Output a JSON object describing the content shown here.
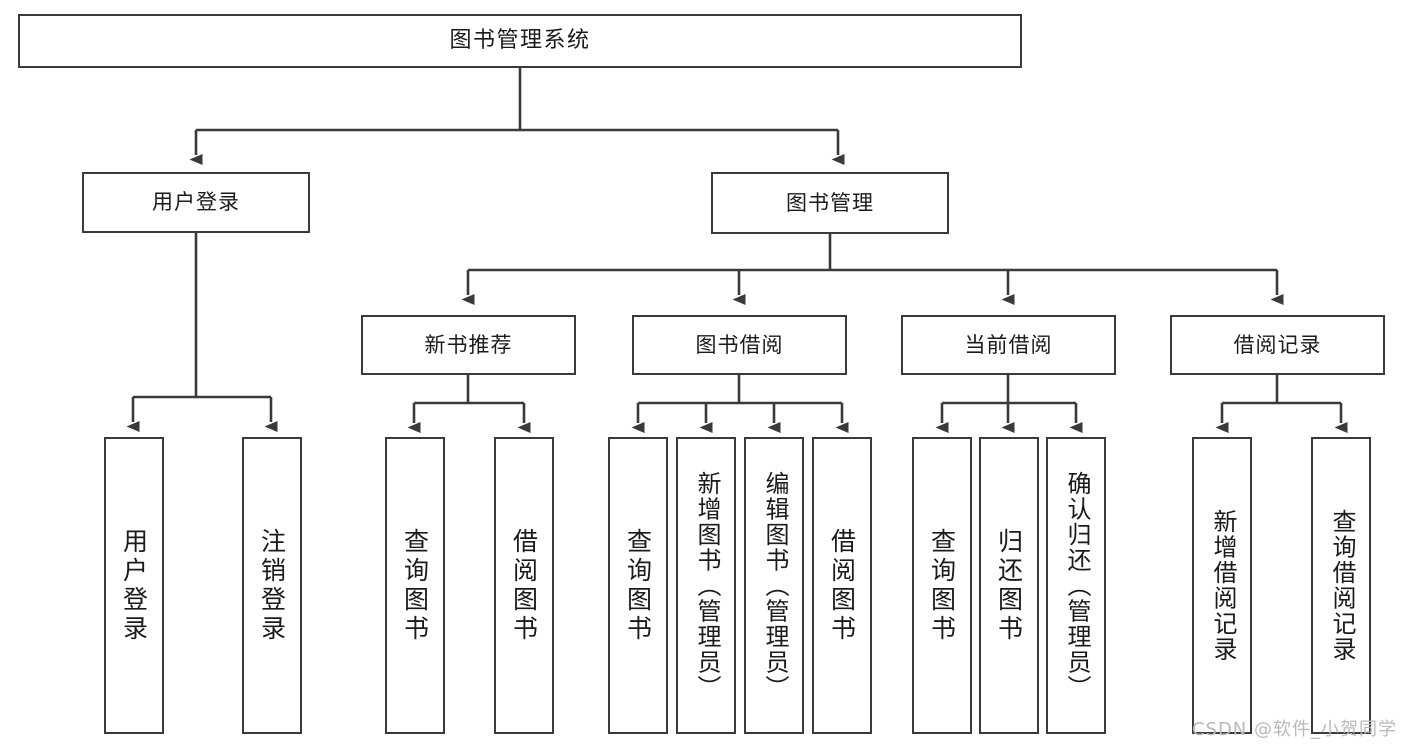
{
  "diagram": {
    "type": "tree",
    "title": "图书管理系统",
    "root": {
      "label": "图书管理系统"
    },
    "level2": [
      {
        "label": "用户登录"
      },
      {
        "label": "图书管理"
      }
    ],
    "level3": [
      {
        "label": "新书推荐"
      },
      {
        "label": "图书借阅"
      },
      {
        "label": "当前借阅"
      },
      {
        "label": "借阅记录"
      }
    ],
    "leaves": {
      "user_login": [
        {
          "label": "用户登录"
        },
        {
          "label": "注销登录"
        }
      ],
      "new_book": [
        {
          "label": "查询图书"
        },
        {
          "label": "借阅图书"
        }
      ],
      "book_borrow": [
        {
          "label": "查询图书"
        },
        {
          "label": "新增图书（管理员）"
        },
        {
          "label": "编辑图书（管理员）"
        },
        {
          "label": "借阅图书"
        }
      ],
      "current_borrow": [
        {
          "label": "查询图书"
        },
        {
          "label": "归还图书"
        },
        {
          "label": "确认归还（管理员）"
        }
      ],
      "borrow_record": [
        {
          "label": "新增借阅记录"
        },
        {
          "label": "查询借阅记录"
        }
      ]
    }
  },
  "watermark": {
    "text": "CSDN @软件_小贺同学"
  },
  "colors": {
    "stroke": "#3a3a3a",
    "text": "#1b1b1b",
    "background": "#ffffff",
    "watermark": "#b9b9b9"
  }
}
